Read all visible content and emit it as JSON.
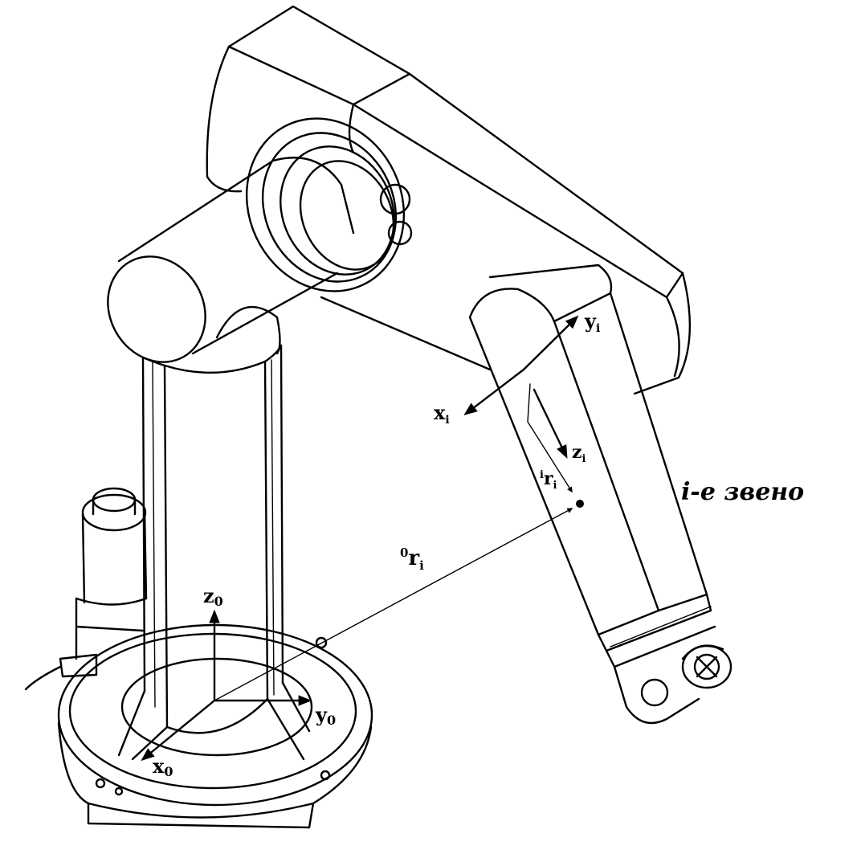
{
  "labels": {
    "z0": "z",
    "z0_sub": "0",
    "y0": "y",
    "y0_sub": "0",
    "x0": "x",
    "x0_sub": "0",
    "yi": "y",
    "yi_sub": "i",
    "xi": "x",
    "xi_sub": "i",
    "zi": "z",
    "zi_sub": "i",
    "ri_local_pre": "i",
    "ri_local": "r",
    "ri_local_sub": "i",
    "ri_global_pre": "0",
    "ri_global": "r",
    "ri_global_sub": "i",
    "link_label": "i-e звено"
  },
  "colors": {
    "ink": "#000000",
    "paper": "#ffffff"
  }
}
